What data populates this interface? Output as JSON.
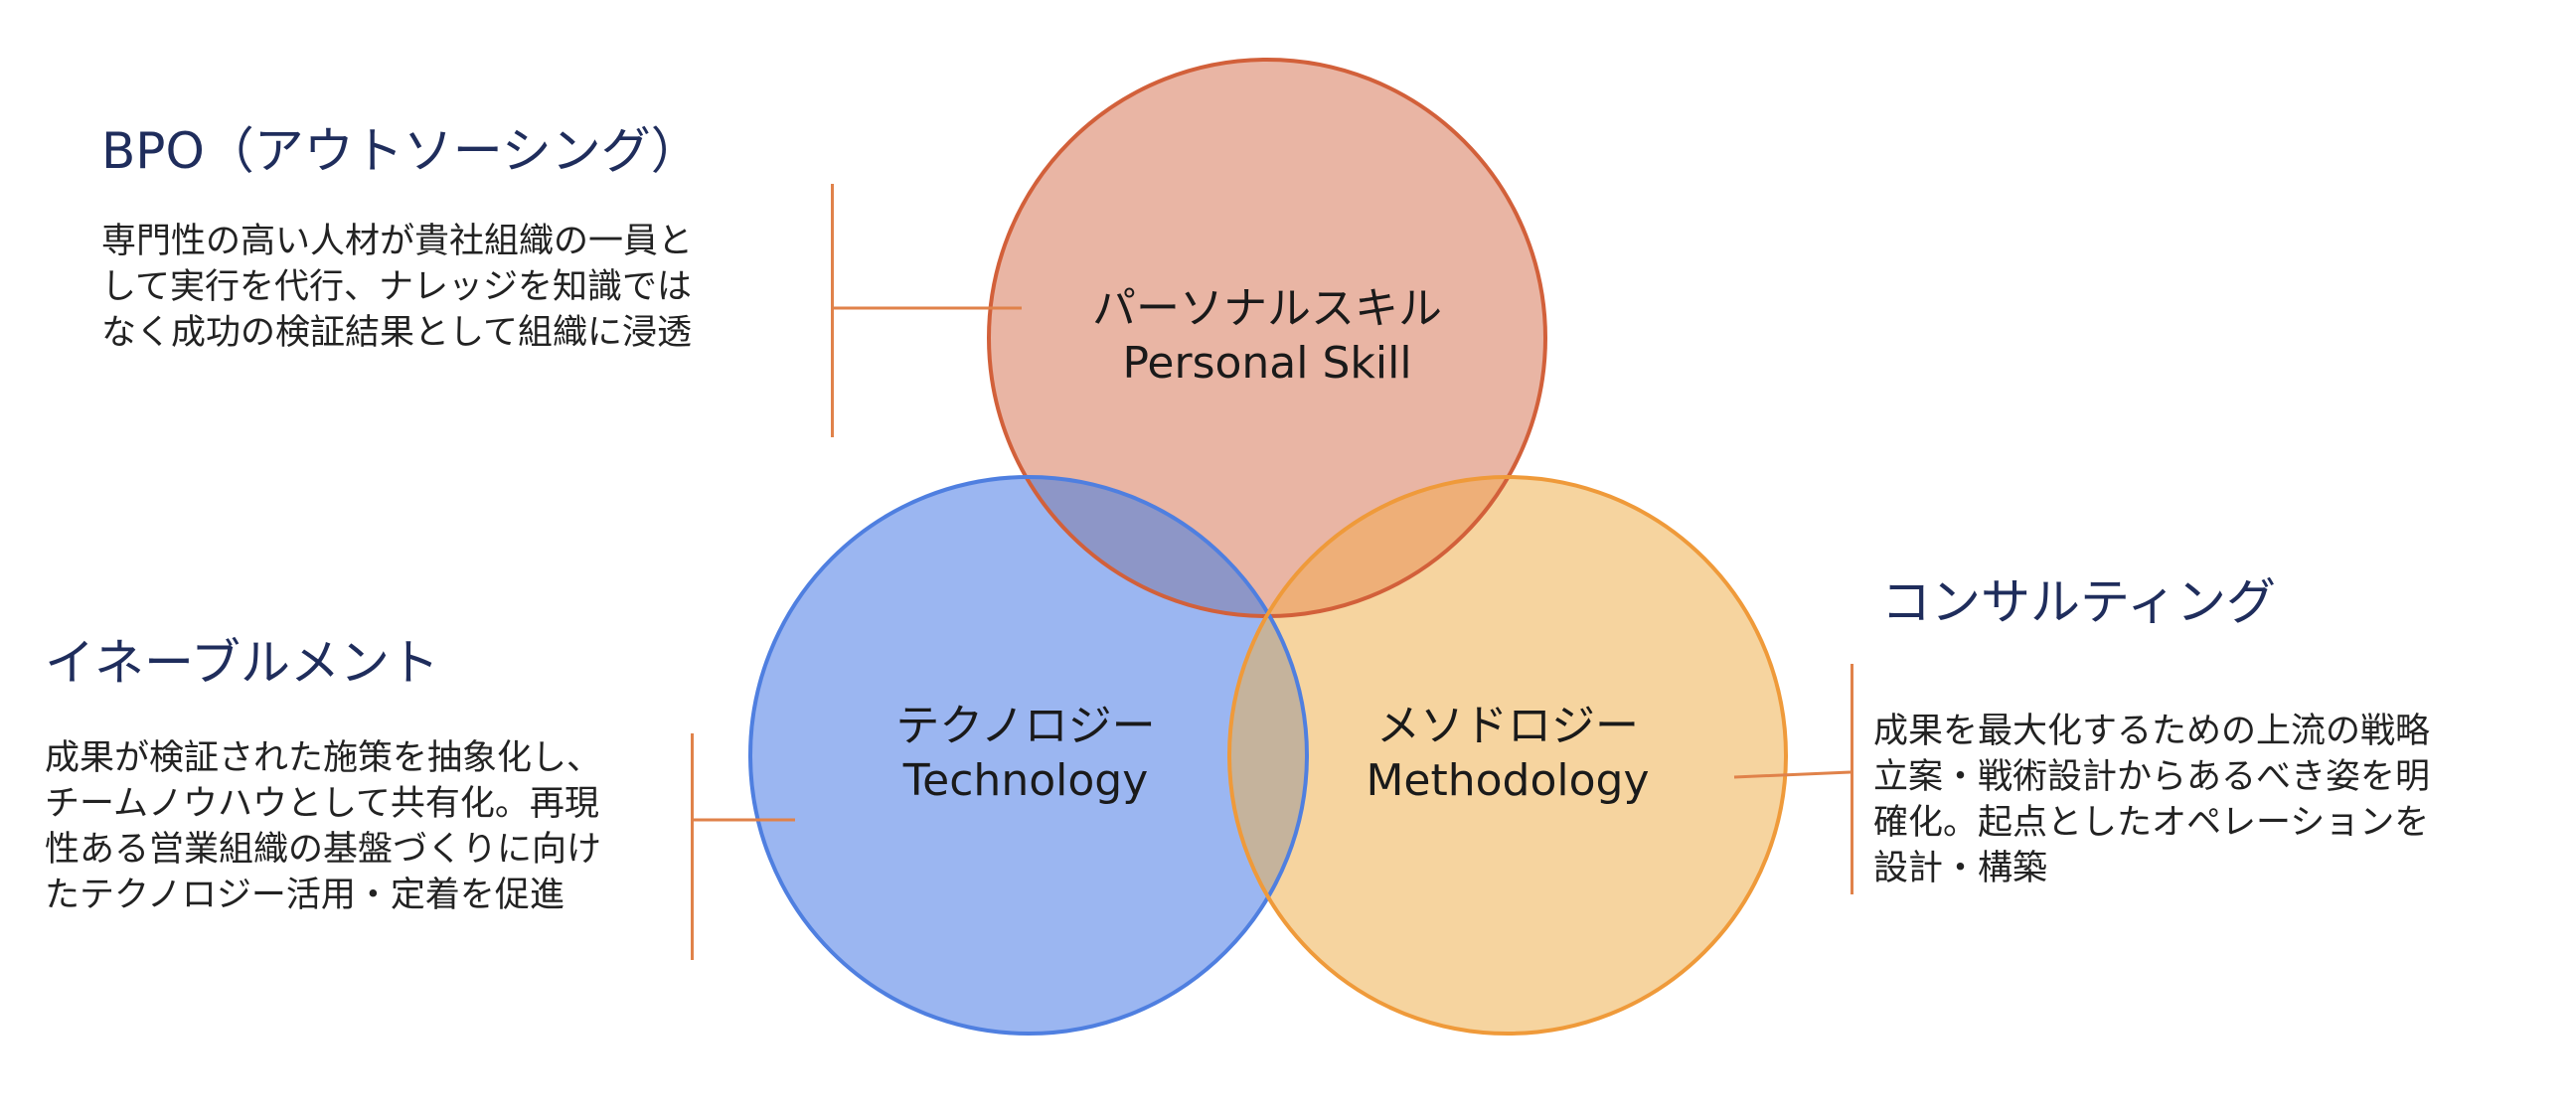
{
  "colors": {
    "personal_fill": "#e9b5a4",
    "personal_stroke": "#d2603a",
    "tech_fill": "#9bb6f1",
    "tech_stroke": "#4f7fe0",
    "method_fill": "#f6d49f",
    "method_stroke": "#ef9a3a",
    "overlap_pt": "#8d96c7",
    "overlap_pm": "#eeaf78",
    "overlap_tm": "#c5b39c",
    "bracket": "#e0824a",
    "heading": "#1f2d5c"
  },
  "circles": {
    "personal": {
      "label_ja": "パーソナルスキル",
      "label_en": "Personal Skill"
    },
    "technology": {
      "label_ja": "テクノロジー",
      "label_en": "Technology"
    },
    "methodology": {
      "label_ja": "メソドロジー",
      "label_en": "Methodology"
    }
  },
  "sections": {
    "bpo": {
      "title": "BPO（アウトソーシング）",
      "body": "専門性の高い人材が貴社組織の一員と\nして実行を代行、ナレッジを知識では\nなく成功の検証結果として組織に浸透"
    },
    "enablement": {
      "title": "イネーブルメント",
      "body": "成果が検証された施策を抽象化し、\nチームノウハウとして共有化。再現\n性ある営業組織の基盤づくりに向け\nたテクノロジー活用・定着を促進"
    },
    "consulting": {
      "title": "コンサルティング",
      "body": "成果を最大化するための上流の戦略\n立案・戦術設計からあるべき姿を明\n確化。起点としたオペレーションを\n設計・構築"
    }
  }
}
